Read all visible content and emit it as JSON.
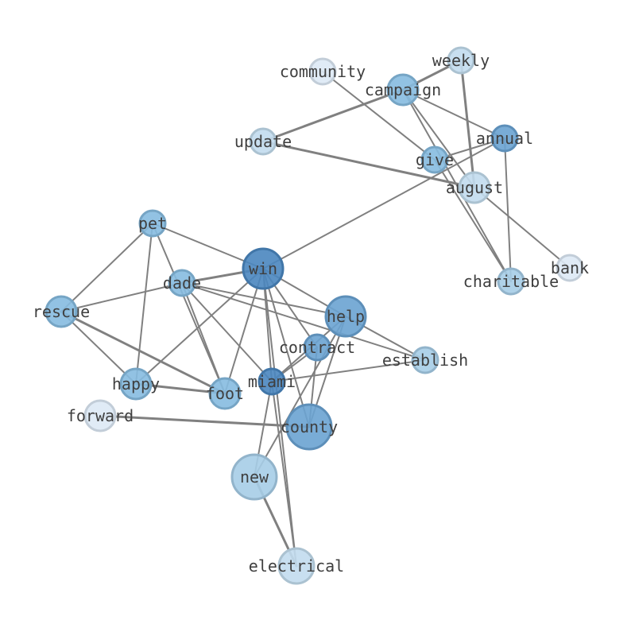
{
  "colors": {
    "edge": "#808080",
    "label": "#3f3f3f",
    "node_shades": {
      "darkest": "#4a86bf",
      "dark": "#6aa3d2",
      "mid": "#86bbe0",
      "light": "#a6cde7",
      "lighter": "#c2dcee",
      "lightest": "#dde9f5"
    }
  },
  "nodes": [
    {
      "id": "community",
      "label": "community",
      "shade": "lightest",
      "weight": 1
    },
    {
      "id": "weekly",
      "label": "weekly",
      "shade": "lighter",
      "weight": 1
    },
    {
      "id": "campaign",
      "label": "campaign",
      "shade": "mid",
      "weight": 2
    },
    {
      "id": "update",
      "label": "update",
      "shade": "lighter",
      "weight": 1
    },
    {
      "id": "annual",
      "label": "annual",
      "shade": "dark",
      "weight": 1
    },
    {
      "id": "give",
      "label": "give",
      "shade": "mid",
      "weight": 1
    },
    {
      "id": "august",
      "label": "august",
      "shade": "lighter",
      "weight": 2
    },
    {
      "id": "bank",
      "label": "bank",
      "shade": "lightest",
      "weight": 1
    },
    {
      "id": "charitable",
      "label": "charitable",
      "shade": "light",
      "weight": 1
    },
    {
      "id": "pet",
      "label": "pet",
      "shade": "mid",
      "weight": 1
    },
    {
      "id": "win",
      "label": "win",
      "shade": "darkest",
      "weight": 4
    },
    {
      "id": "dade",
      "label": "dade",
      "shade": "mid",
      "weight": 1
    },
    {
      "id": "rescue",
      "label": "rescue",
      "shade": "mid",
      "weight": 2
    },
    {
      "id": "help",
      "label": "help",
      "shade": "dark",
      "weight": 4
    },
    {
      "id": "contract",
      "label": "contract",
      "shade": "dark",
      "weight": 1
    },
    {
      "id": "establish",
      "label": "establish",
      "shade": "light",
      "weight": 1
    },
    {
      "id": "miami",
      "label": "miami",
      "shade": "darkest",
      "weight": 1
    },
    {
      "id": "happy",
      "label": "happy",
      "shade": "mid",
      "weight": 2
    },
    {
      "id": "foot",
      "label": "foot",
      "shade": "mid",
      "weight": 2
    },
    {
      "id": "forward",
      "label": "forward",
      "shade": "lightest",
      "weight": 2
    },
    {
      "id": "county",
      "label": "county",
      "shade": "dark",
      "weight": 5
    },
    {
      "id": "new",
      "label": "new",
      "shade": "light",
      "weight": 5
    },
    {
      "id": "electrical",
      "label": "electrical",
      "shade": "lighter",
      "weight": 3
    }
  ],
  "edges": [
    {
      "source": "community",
      "target": "give",
      "weight": 1
    },
    {
      "source": "weekly",
      "target": "campaign",
      "weight": 2
    },
    {
      "source": "weekly",
      "target": "august",
      "weight": 2
    },
    {
      "source": "campaign",
      "target": "update",
      "weight": 2
    },
    {
      "source": "campaign",
      "target": "annual",
      "weight": 1
    },
    {
      "source": "campaign",
      "target": "charitable",
      "weight": 1
    },
    {
      "source": "campaign",
      "target": "august",
      "weight": 1
    },
    {
      "source": "update",
      "target": "august",
      "weight": 2
    },
    {
      "source": "annual",
      "target": "give",
      "weight": 1
    },
    {
      "source": "annual",
      "target": "charitable",
      "weight": 1
    },
    {
      "source": "annual",
      "target": "win",
      "weight": 1
    },
    {
      "source": "give",
      "target": "charitable",
      "weight": 1
    },
    {
      "source": "august",
      "target": "bank",
      "weight": 1
    },
    {
      "source": "pet",
      "target": "win",
      "weight": 1
    },
    {
      "source": "pet",
      "target": "rescue",
      "weight": 1
    },
    {
      "source": "pet",
      "target": "happy",
      "weight": 1
    },
    {
      "source": "pet",
      "target": "foot",
      "weight": 1
    },
    {
      "source": "win",
      "target": "dade",
      "weight": 2
    },
    {
      "source": "win",
      "target": "help",
      "weight": 1
    },
    {
      "source": "win",
      "target": "contract",
      "weight": 1
    },
    {
      "source": "win",
      "target": "miami",
      "weight": 1
    },
    {
      "source": "win",
      "target": "county",
      "weight": 1
    },
    {
      "source": "win",
      "target": "foot",
      "weight": 1
    },
    {
      "source": "win",
      "target": "happy",
      "weight": 1
    },
    {
      "source": "dade",
      "target": "rescue",
      "weight": 1
    },
    {
      "source": "dade",
      "target": "help",
      "weight": 1
    },
    {
      "source": "dade",
      "target": "establish",
      "weight": 1
    },
    {
      "source": "dade",
      "target": "foot",
      "weight": 1
    },
    {
      "source": "dade",
      "target": "miami",
      "weight": 1
    },
    {
      "source": "rescue",
      "target": "foot",
      "weight": 2
    },
    {
      "source": "rescue",
      "target": "happy",
      "weight": 1
    },
    {
      "source": "happy",
      "target": "foot",
      "weight": 2
    },
    {
      "source": "help",
      "target": "establish",
      "weight": 1
    },
    {
      "source": "help",
      "target": "county",
      "weight": 1
    },
    {
      "source": "help",
      "target": "miami",
      "weight": 1
    },
    {
      "source": "help",
      "target": "new",
      "weight": 1
    },
    {
      "source": "contract",
      "target": "county",
      "weight": 1
    },
    {
      "source": "contract",
      "target": "miami",
      "weight": 1
    },
    {
      "source": "miami",
      "target": "establish",
      "weight": 1
    },
    {
      "source": "miami",
      "target": "electrical",
      "weight": 1
    },
    {
      "source": "miami",
      "target": "new",
      "weight": 1
    },
    {
      "source": "forward",
      "target": "county",
      "weight": 2
    },
    {
      "source": "new",
      "target": "electrical",
      "weight": 2
    },
    {
      "source": "win",
      "target": "electrical",
      "weight": 1
    }
  ]
}
